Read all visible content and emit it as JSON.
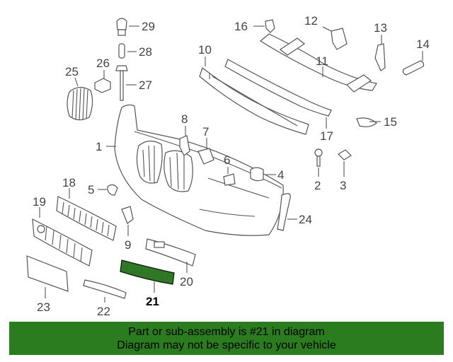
{
  "callouts": {
    "c1": "1",
    "c2": "2",
    "c3": "3",
    "c4": "4",
    "c5": "5",
    "c6": "6",
    "c7": "7",
    "c8": "8",
    "c9": "9",
    "c10": "10",
    "c11": "11",
    "c12": "12",
    "c13": "13",
    "c14": "14",
    "c15": "15",
    "c16": "16",
    "c17": "17",
    "c18": "18",
    "c19": "19",
    "c20": "20",
    "c21": "21",
    "c22": "22",
    "c23": "23",
    "c24": "24",
    "c25": "25",
    "c26": "26",
    "c27": "27",
    "c28": "28",
    "c29": "29"
  },
  "highlight": {
    "color": "#2a7c1f"
  },
  "banner": {
    "line1": "Part or sub-assembly is #21 in diagram",
    "line2": "Diagram may not be specific to your vehicle"
  }
}
